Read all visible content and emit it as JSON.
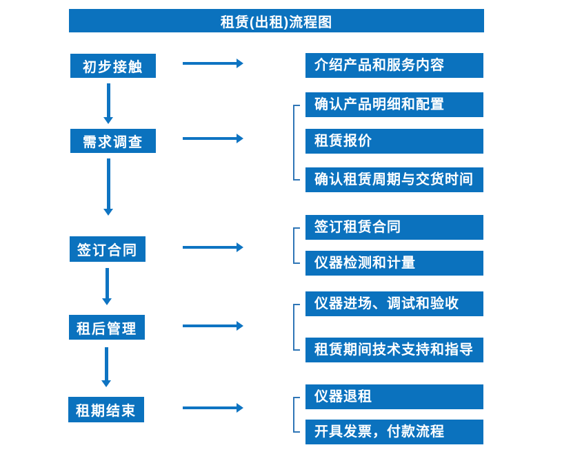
{
  "title": "租赁(出租)流程图",
  "colors": {
    "box_fill": "#0b72be",
    "arrow": "#0e74c2",
    "bracket": "#2e75b6",
    "text": "#ffffff",
    "background": "#ffffff"
  },
  "steps": [
    {
      "label": "初步接触",
      "outputs": [
        "介绍产品和服务内容"
      ]
    },
    {
      "label": "需求调查",
      "outputs": [
        "确认产品明细和配置",
        "租赁报价",
        "确认租赁周期与交货时间"
      ]
    },
    {
      "label": "签订合同",
      "outputs": [
        "签订租赁合同",
        "仪器检测和计量"
      ]
    },
    {
      "label": "租后管理",
      "outputs": [
        "仪器进场、调试和验收",
        "租赁期间技术支持和指导"
      ]
    },
    {
      "label": "租期结束",
      "outputs": [
        "仪器退租",
        "开具发票，付款流程"
      ]
    }
  ]
}
